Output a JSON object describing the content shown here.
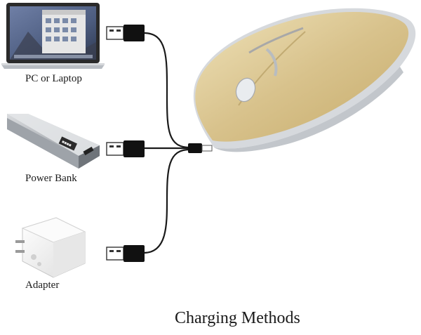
{
  "devices": {
    "laptop": {
      "label": "PC or Laptop",
      "screen_color": "#5a6b8c"
    },
    "power_bank": {
      "label": "Power Bank",
      "badge": "■■■■",
      "body_color": "#b9bcc0"
    },
    "adapter": {
      "label": "Adapter",
      "body_color": "#f2f2f2"
    }
  },
  "mouse": {
    "body_color": "#d9c38f",
    "edge_color": "#c9cdd2"
  },
  "cable": {
    "color": "#1a1a1a",
    "connector_color": "#111111"
  },
  "title": "Charging Methods"
}
